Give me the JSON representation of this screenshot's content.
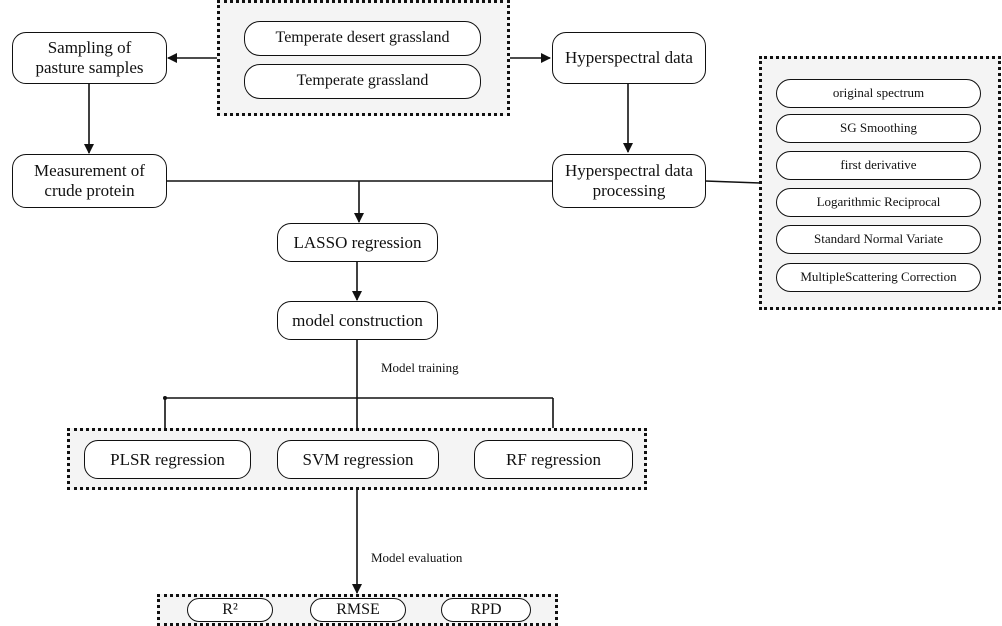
{
  "diagram": {
    "grassland_types": [
      "Temperate desert grassland",
      "Temperate grassland"
    ],
    "sampling": "Sampling of\npasture samples",
    "hyperspectral_data": "Hyperspectral data",
    "measurement": "Measurement of\ncrude protein",
    "processing": "Hyperspectral data\nprocessing",
    "preprocessing_methods": [
      "original spectrum",
      "SG Smoothing",
      "first derivative",
      "Logarithmic Reciprocal",
      "Standard Normal Variate",
      "MultipleScattering Correction"
    ],
    "lasso": "LASSO regression",
    "model_construction": "model construction",
    "model_training_label": "Model training",
    "models": [
      "PLSR regression",
      "SVM regression",
      "RF regression"
    ],
    "model_evaluation_label": "Model evaluation",
    "metrics": [
      "R²",
      "RMSE",
      "RPD"
    ]
  }
}
